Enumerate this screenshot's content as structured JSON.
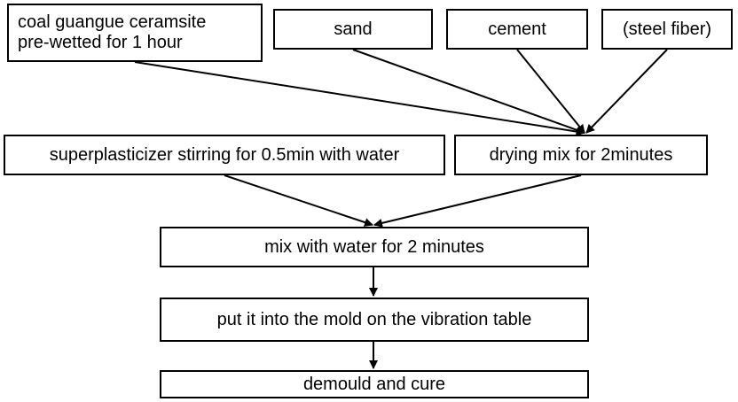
{
  "boxes": {
    "coal": {
      "line1": "coal guangue ceramsite",
      "line2": "pre-wetted for 1 hour"
    },
    "sand": {
      "label": "sand"
    },
    "cement": {
      "label": "cement"
    },
    "steel_fiber": {
      "label": "(steel fiber)"
    },
    "superplasticizer": {
      "label": "superplasticizer stirring for 0.5min with water"
    },
    "drying_mix": {
      "label": "drying mix for 2minutes"
    },
    "mix_water": {
      "label": "mix with water for 2 minutes"
    },
    "mold": {
      "label": "put it into the mold on the vibration table"
    },
    "demould": {
      "label": "demould and cure"
    }
  },
  "colors": {
    "line": "#000000",
    "box_border": "#000000",
    "background": "#ffffff"
  }
}
